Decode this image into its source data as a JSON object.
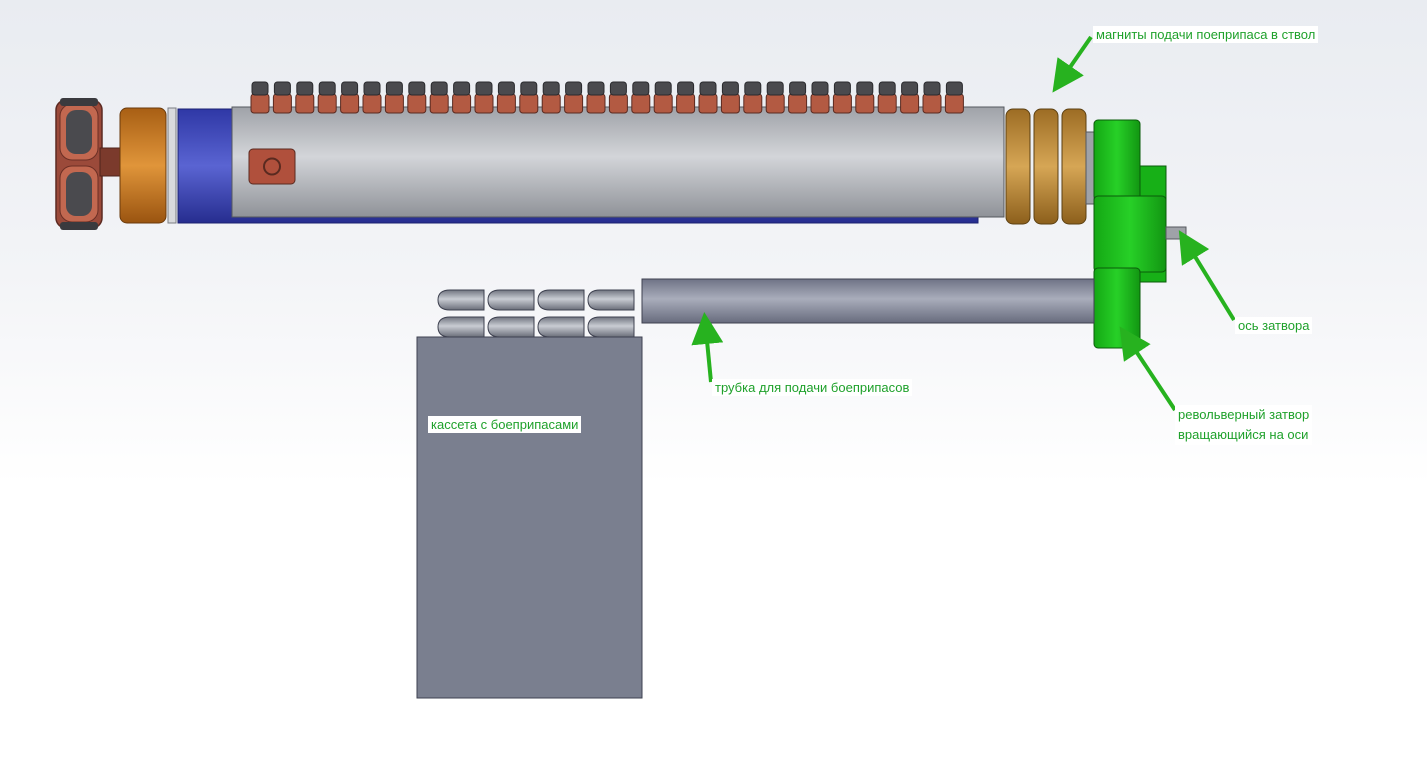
{
  "labels": {
    "feed_magnets": "магниты подачи поеприпаса в ствол",
    "bolt_axis": "ось затвора",
    "feed_tube": "трубка для подачи боеприпасов",
    "revolver_bolt_line1": "револьверный затвор",
    "revolver_bolt_line2": "вращающийся на оси",
    "ammo_cassette": "кассета с боеприпасами"
  },
  "colors": {
    "annotation_text": "#1fa12b",
    "arrow": "#27b21f",
    "barrel_grey": "#b9bbc0",
    "blue_sleeve": "#3c45b8",
    "copper_ring": "#c47a22",
    "bronze_ring": "#c7913b",
    "red_coil": "#a9523e",
    "green_bolt": "#1fc21f",
    "cassette": "#7a7f8f",
    "feed_tube": "#8a8e9f"
  },
  "icons": [
    "arrow-icon"
  ]
}
